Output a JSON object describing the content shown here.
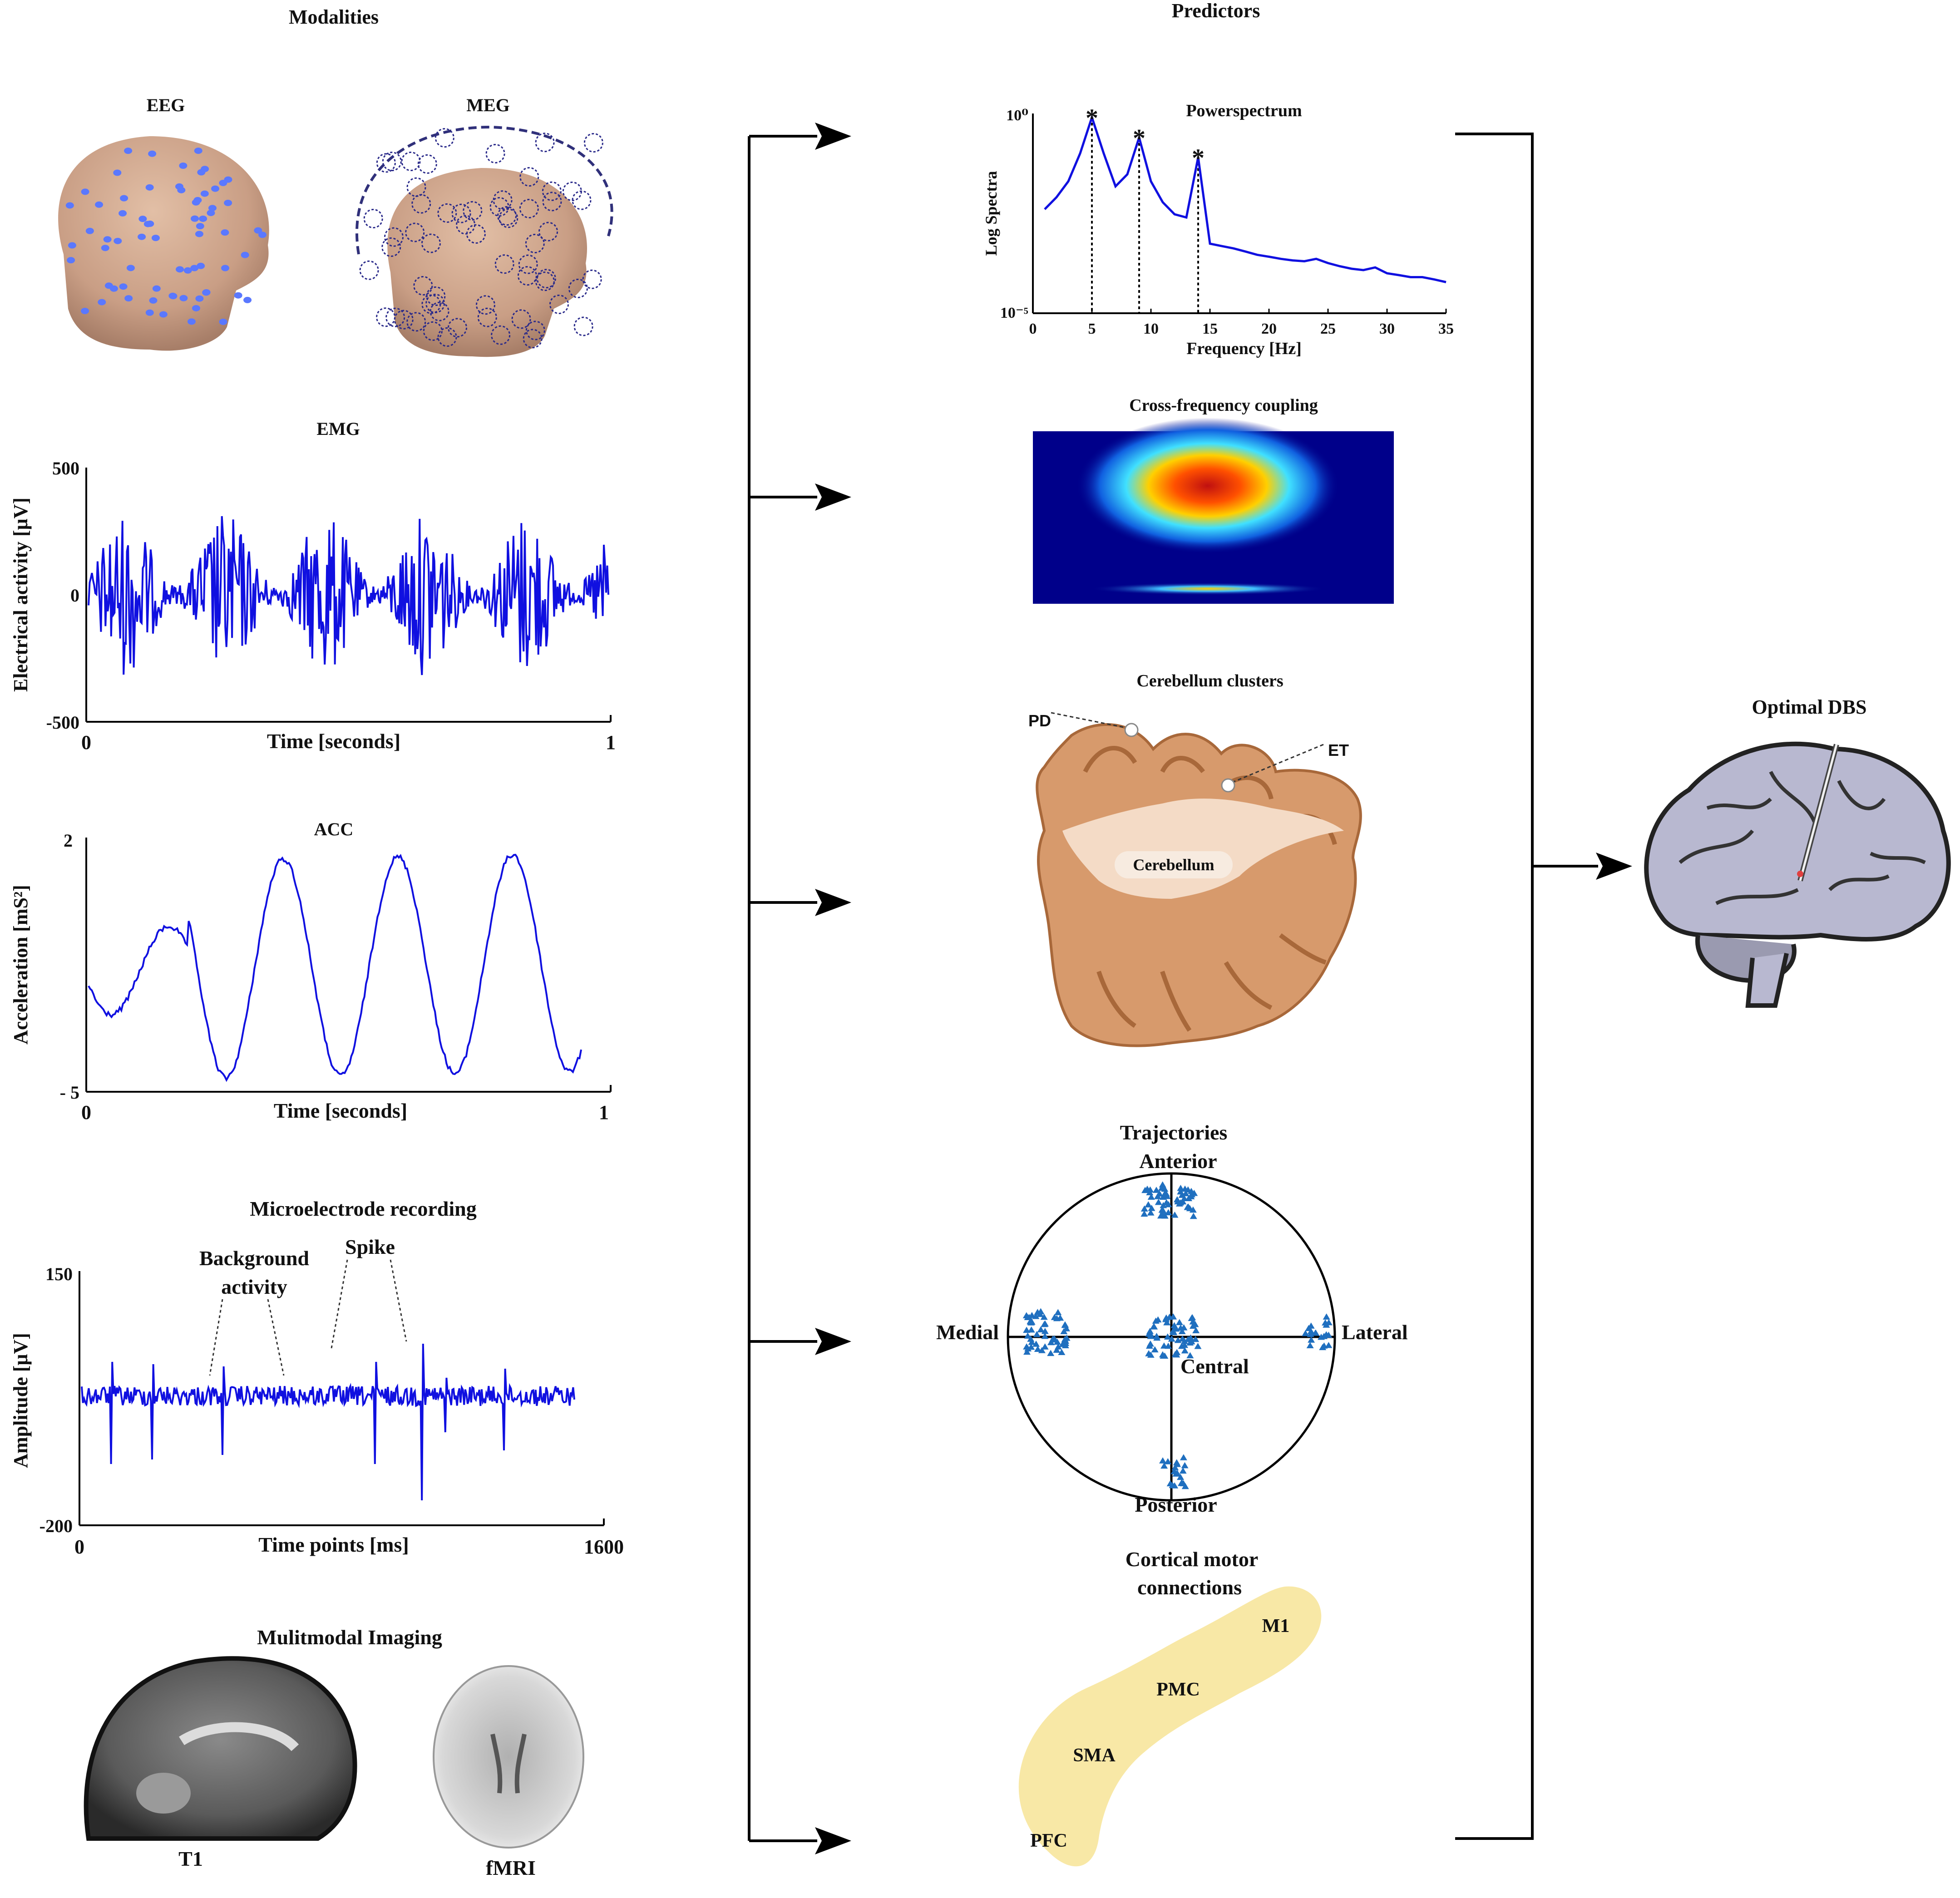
{
  "colors": {
    "signal": "#1010e0",
    "arrow": "#000000",
    "scatter": "#1f6fbf",
    "cerebellum_fill": "#d79a6c",
    "cerebellum_dark": "#b06a3c",
    "cortical_band": "#f8e8a6",
    "brain_gray": "#b8b8d0"
  },
  "sections": {
    "modalities": "Modalities",
    "predictors": "Predictors",
    "optimal": "Optimal DBS"
  },
  "eeg": {
    "label": "EEG"
  },
  "meg": {
    "label": "MEG"
  },
  "emg": {
    "title": "EMG",
    "ylabel": "Electrical activity [μV]",
    "xlabel": "Time [seconds]",
    "yticks": [
      "500",
      "0",
      "-500"
    ],
    "xticks": [
      "0",
      "1"
    ]
  },
  "acc": {
    "title": "ACC",
    "ylabel": "Acceleration [mS²]",
    "xlabel": "Time [seconds]",
    "yticks": [
      "2",
      "- 5"
    ],
    "xticks": [
      "0",
      "1"
    ]
  },
  "mer": {
    "title": "Microelectrode recording",
    "ylabel": "Amplitude [μV]",
    "xlabel": "Time points [ms]",
    "yticks": [
      "150",
      "-200"
    ],
    "xticks": [
      "0",
      "1600"
    ],
    "annot_bg_1": "Background",
    "annot_bg_2": "activity",
    "annot_spike": "Spike"
  },
  "imaging": {
    "title": "Mulitmodal Imaging",
    "t1": "T1",
    "fmri": "fMRI"
  },
  "cfc": {
    "title": "Cross-frequency coupling"
  },
  "cerebellum": {
    "title": "Cerebellum clusters",
    "pd": "PD",
    "et": "ET",
    "center": "Cerebellum"
  },
  "trajectories": {
    "title": "Trajectories",
    "anterior": "Anterior",
    "medial": "Medial",
    "lateral": "Lateral",
    "central": "Central",
    "posterior": "Posterior"
  },
  "cortical": {
    "title_1": "Cortical motor",
    "title_2": "connections",
    "m1": "M1",
    "pmc": "PMC",
    "sma": "SMA",
    "pfc": "PFC"
  },
  "chart_data": [
    {
      "type": "line",
      "title": "Powerspectrum",
      "xlabel": "Frequency [Hz]",
      "ylabel": "Log Spectra",
      "yscale": "log",
      "xlim": [
        0,
        35
      ],
      "ylim": [
        1e-05,
        1
      ],
      "xticks": [
        "0",
        "5",
        "10",
        "15",
        "20",
        "25",
        "30",
        "35"
      ],
      "yticks": [
        "10⁰",
        "10⁻⁵"
      ],
      "x": [
        1,
        2,
        3,
        4,
        5,
        6,
        7,
        8,
        9,
        10,
        11,
        12,
        13,
        14,
        15,
        16,
        17,
        18,
        19,
        20,
        21,
        22,
        23,
        24,
        25,
        26,
        27,
        28,
        29,
        30,
        31,
        32,
        33,
        34,
        35
      ],
      "y": [
        0.004,
        0.008,
        0.02,
        0.1,
        0.8,
        0.1,
        0.015,
        0.03,
        0.25,
        0.02,
        0.006,
        0.003,
        0.0025,
        0.08,
        0.00055,
        0.00048,
        0.00042,
        0.00035,
        0.00029,
        0.00026,
        0.00023,
        0.00021,
        0.0002,
        0.00023,
        0.00018,
        0.00015,
        0.00013,
        0.00012,
        0.00014,
        0.0001,
        9e-05,
        8e-05,
        8e-05,
        7e-05,
        6e-05
      ],
      "peaks": [
        {
          "x": 5,
          "y": 0.8
        },
        {
          "x": 9,
          "y": 0.25
        },
        {
          "x": 14,
          "y": 0.08
        }
      ]
    },
    {
      "type": "heatmap",
      "title": "Cross-frequency coupling"
    },
    {
      "type": "scatter",
      "title": "Trajectories",
      "clusters": [
        "Anterior",
        "Medial",
        "Central",
        "Lateral",
        "Posterior"
      ]
    }
  ]
}
